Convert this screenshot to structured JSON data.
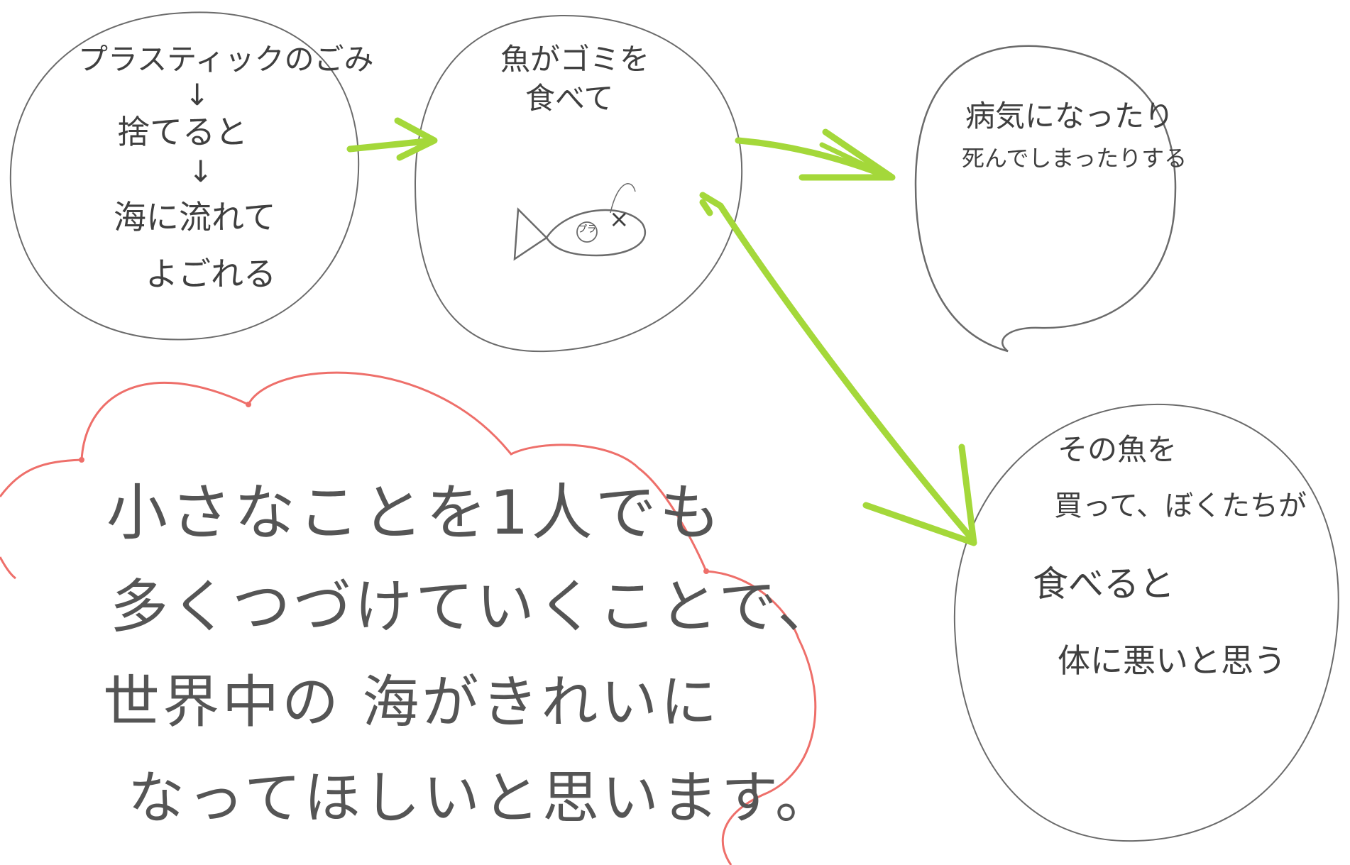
{
  "colors": {
    "pencil": "#6b6b6b",
    "arrow": "#a4d83a",
    "cloud": "#ee6f6a"
  },
  "bubble1": {
    "line1": "プラスティックのごみ",
    "arrow1": "↓",
    "line2": "捨てると",
    "arrow2": "↓",
    "line3": "海に流れて",
    "line4": "よごれる"
  },
  "bubble2": {
    "line1": "魚がゴミを",
    "line2": "食べて",
    "fish_label": "プラ",
    "fish_mark": "×"
  },
  "bubble3": {
    "line1": "病気になったり",
    "line2": "死んでしまったりする"
  },
  "bubble4": {
    "line1": "その魚を",
    "line2": "買って、ぼくたちが",
    "line3": "食べると",
    "line4": "体に悪いと思う"
  },
  "cloud": {
    "line1": "小さなことを1人でも",
    "line2": "多くつづけていくことで、",
    "line3": "世界中の 海がきれいに",
    "line4": "なってほしいと思います。"
  }
}
